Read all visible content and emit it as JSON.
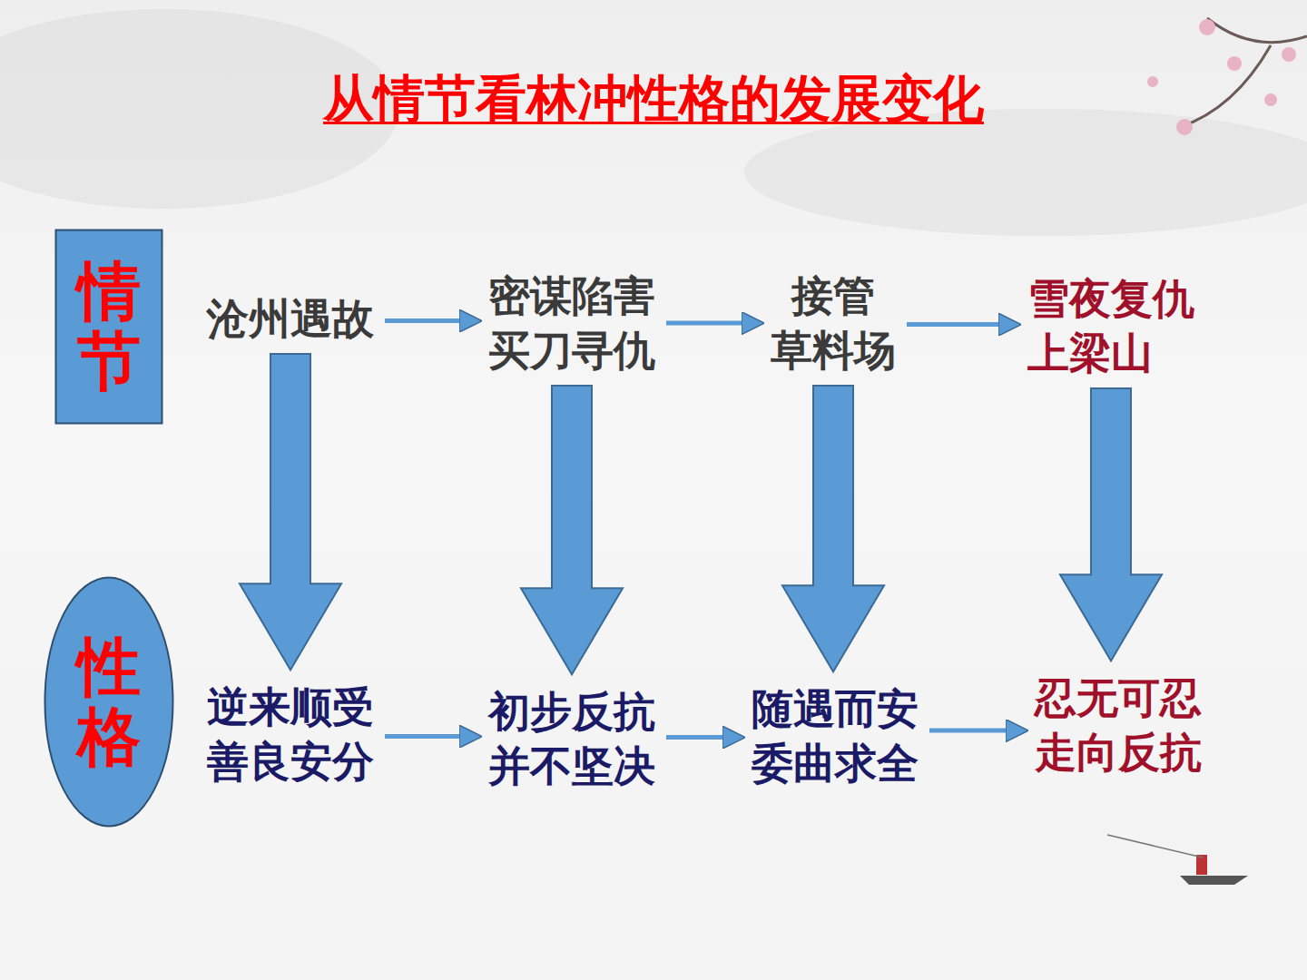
{
  "diagram": {
    "title": "从情节看林冲性格的发展变化",
    "nodes": [
      {
        "text": [
          "情节"
        ]
      },
      {
        "text": [
          "沧州遇故"
        ]
      },
      {
        "text": [
          "密谋陷害 买刀寻仇"
        ]
      },
      {
        "text": [
          "接管 草料场"
        ]
      },
      {
        "text": [
          "雪夜复仇 上梁山"
        ]
      },
      {
        "text": [
          "性格"
        ]
      },
      {
        "text": [
          "逆来顺受 善良安分"
        ]
      },
      {
        "text": [
          "初步反抗 并不坚决"
        ]
      },
      {
        "text": [
          "随遇而安 委曲求全"
        ]
      },
      {
        "text": [
          "忍无可忍 走向反抗"
        ]
      }
    ],
    "edges": [
      {
        "from": 1,
        "to": 2,
        "arrow": "to"
      },
      {
        "from": 2,
        "to": 3,
        "arrow": "to"
      },
      {
        "from": 3,
        "to": 4,
        "arrow": "to"
      },
      {
        "from": 1,
        "to": 6,
        "arrow": "to"
      },
      {
        "from": 2,
        "to": 7,
        "arrow": "to"
      },
      {
        "from": 3,
        "to": 8,
        "arrow": "to"
      },
      {
        "from": 4,
        "to": 9,
        "arrow": "to"
      },
      {
        "from": 6,
        "to": 7,
        "arrow": "to"
      },
      {
        "from": 7,
        "to": 8,
        "arrow": "to"
      },
      {
        "from": 8,
        "to": 9,
        "arrow": "to"
      }
    ]
  }
}
